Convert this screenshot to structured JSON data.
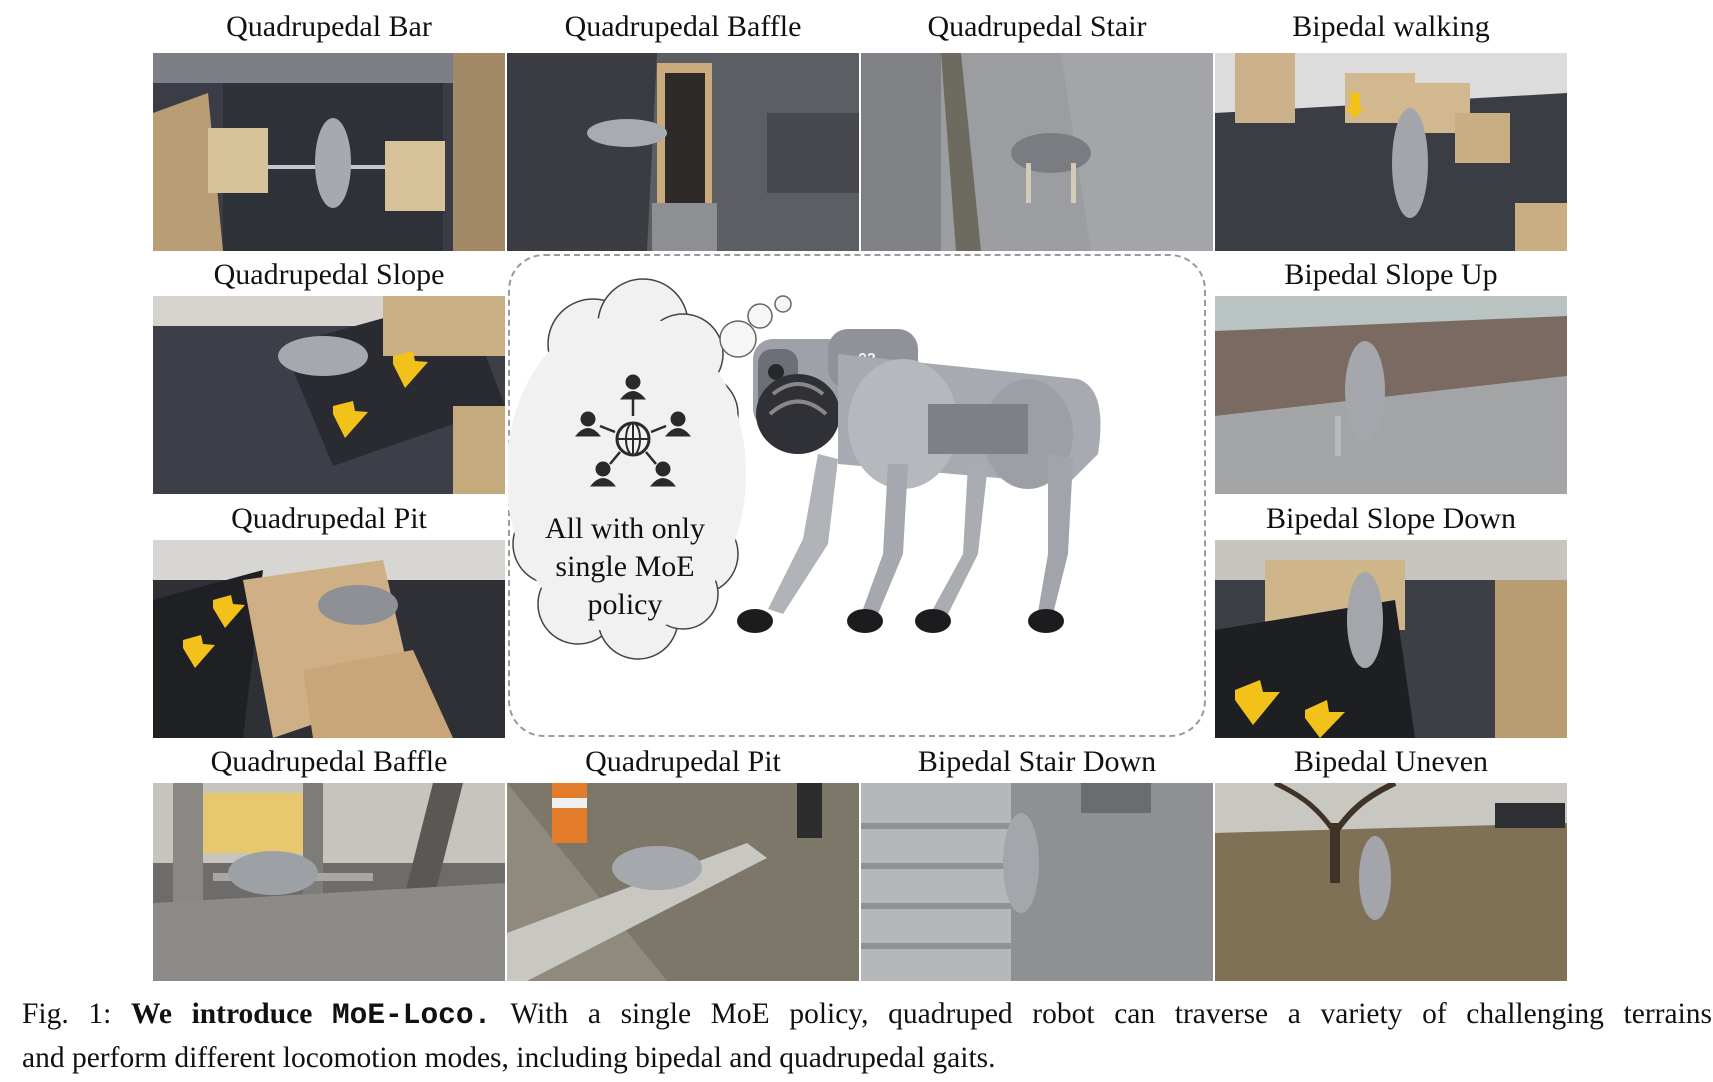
{
  "panels": {
    "row1": [
      "Quadrupedal Bar",
      "Quadrupedal Baffle",
      "Quadrupedal Stair",
      "Bipedal walking"
    ],
    "left_col": [
      "Quadrupedal Slope",
      "Quadrupedal Pit"
    ],
    "right_col": [
      "Bipedal Slope Up",
      "Bipedal Slope Down"
    ],
    "row4": [
      "Quadrupedal Baffle",
      "Quadrupedal Pit",
      "Bipedal Stair Down",
      "Bipedal Uneven"
    ]
  },
  "center": {
    "cloud_text": [
      "All with only",
      "single MoE",
      "policy"
    ],
    "robot_label": "02"
  },
  "caption": {
    "label": "Fig. 1:",
    "bold_lead": "We introduce",
    "method": "MoE-Loco.",
    "line1_rest": "With a single MoE policy, quadruped robot can traverse a variety of challenging terrains",
    "line2": "and perform different locomotion modes, including bipedal and quadrupedal gaits."
  }
}
